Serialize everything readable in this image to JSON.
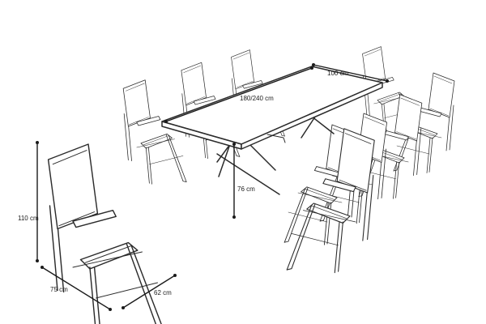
{
  "dimensions": {
    "table_length": "180/240 cm",
    "table_width": "100 cm",
    "table_height": "76 cm",
    "chair_height": "110 cm",
    "chair_width": "75 cm",
    "chair_depth": "62 cm"
  },
  "colors": {
    "line": "#2b2b2b",
    "background": "#ffffff"
  }
}
